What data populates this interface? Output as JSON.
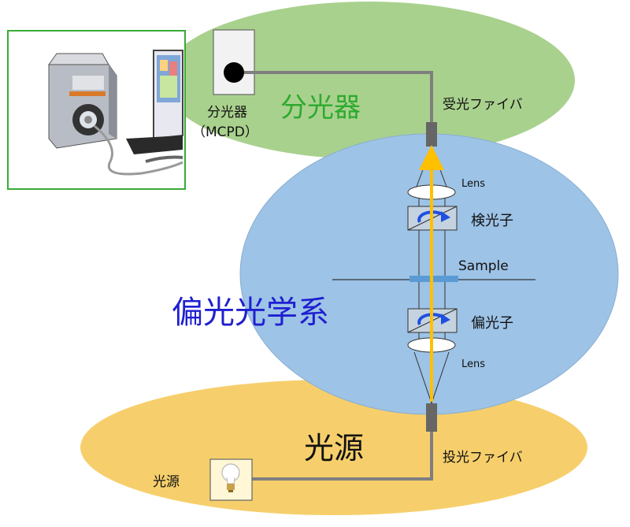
{
  "labels": {
    "spectrometer_title": "分光器",
    "spectrometer_device_line1": "分光器",
    "spectrometer_device_line2": "（MCPD）",
    "receive_fiber": "受光ファイバ",
    "lens_top": "Lens",
    "analyzer": "検光子",
    "sample": "Sample",
    "polarization_system": "偏光光学系",
    "polarizer": "偏光子",
    "lens_bottom": "Lens",
    "light_source_title": "光源",
    "emit_fiber": "投光ファイバ",
    "light_source_device": "光源"
  },
  "colors": {
    "spectrometer_ellipse": "#a9d18e",
    "optics_ellipse": "#9dc3e6",
    "source_ellipse": "#f6cf6c",
    "spectrometer_title": "#2eaa2e",
    "optics_title": "#1f1fd0",
    "beam": "#ffc000",
    "polarizer_arrow": "#1f4fe0"
  },
  "icons": {
    "device_photo": "spectrometer-photo",
    "detector": "detector-icon",
    "bulb": "light-bulb-icon"
  }
}
